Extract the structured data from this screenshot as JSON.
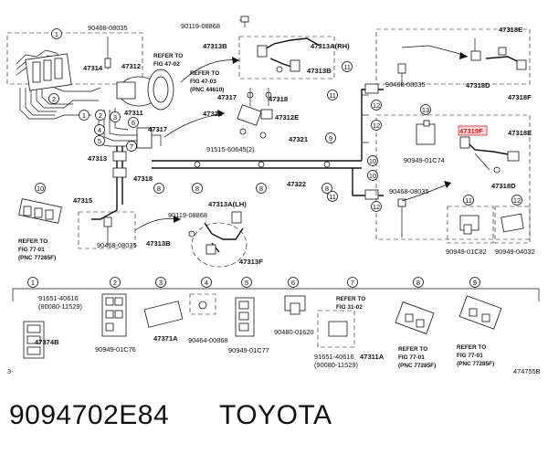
{
  "page": {
    "part_number": "9094702E84",
    "brand": "TOYOTA",
    "footer_left": "3-",
    "diagram_code": "474755B"
  },
  "accent": {
    "highlight": "#d22222"
  },
  "callouts": [
    {
      "label": "90468-08035"
    },
    {
      "label": "90119-08868"
    },
    {
      "label": "47313B"
    },
    {
      "label": "47313A(RH)"
    },
    {
      "label": "47313B"
    },
    {
      "label": "47314"
    },
    {
      "label": "47312"
    },
    {
      "label": "REFER TO"
    },
    {
      "label": "FIG 47-02"
    },
    {
      "label": "REFER TO"
    },
    {
      "label": "FIG 47-03"
    },
    {
      "label": "(PNC 44610)"
    },
    {
      "label": "47317"
    },
    {
      "label": "47318"
    },
    {
      "label": "47311"
    },
    {
      "label": "47322"
    },
    {
      "label": "47312E"
    },
    {
      "label": "47317"
    },
    {
      "label": "47321"
    },
    {
      "label": "91515-60645(2)"
    },
    {
      "label": "47313"
    },
    {
      "label": "47318"
    },
    {
      "label": "47322"
    },
    {
      "label": "47315"
    },
    {
      "label": "90119-08868"
    },
    {
      "label": "47313A(LH)"
    },
    {
      "label": "47313F"
    },
    {
      "label": "47313B"
    },
    {
      "label": "90468-08035"
    },
    {
      "label": "REFER TO"
    },
    {
      "label": "FIG 77-01"
    },
    {
      "label": "(PNC 77285F)"
    },
    {
      "label": "90468-08035"
    },
    {
      "label": "90468-08035"
    },
    {
      "label": "90949-01C74"
    },
    {
      "label": "47318E"
    },
    {
      "label": "47318D"
    },
    {
      "label": "47318F"
    },
    {
      "label": "47319F"
    },
    {
      "label": "47318E"
    },
    {
      "label": "47318D"
    },
    {
      "label": "90949-01C82"
    },
    {
      "label": "90949-04032"
    },
    {
      "label": "91651-40616"
    },
    {
      "label": "(90080-11529)"
    },
    {
      "label": "47374B"
    },
    {
      "label": "90949-01C76"
    },
    {
      "label": "47371A"
    },
    {
      "label": "90464-00868"
    },
    {
      "label": "90949-01C77"
    },
    {
      "label": "90480-01620"
    },
    {
      "label": "REFER TO"
    },
    {
      "label": "FIG 31-02"
    },
    {
      "label": "91651-40616"
    },
    {
      "label": "47311A"
    },
    {
      "label": "(90080-11529)"
    },
    {
      "label": "REFER TO"
    },
    {
      "label": "FIG 77-01"
    },
    {
      "label": "(PNC 77285F)"
    },
    {
      "label": "REFER TO"
    },
    {
      "label": "FIG 77-01"
    },
    {
      "label": "(PNC 77285F)"
    }
  ],
  "circle_refs": [
    "1",
    "2",
    "3",
    "4",
    "5",
    "6",
    "7",
    "8",
    "9",
    "10",
    "11",
    "12",
    "13"
  ]
}
